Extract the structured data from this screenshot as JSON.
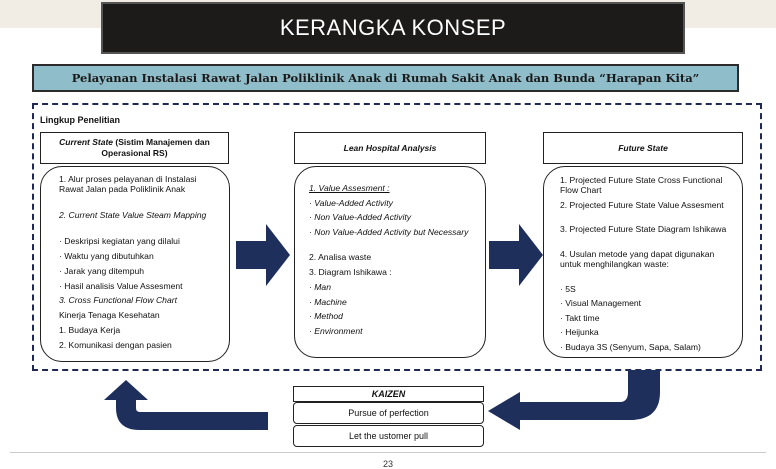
{
  "title": "KERANGKA KONSEP",
  "subtitle": "Pelayanan Instalasi Rawat Jalan Poliklinik Anak di Rumah Sakit Anak dan Bunda “Harapan Kita”",
  "scope_label": "Lingkup Penelitian",
  "current_state": {
    "header_italic": "Current State",
    "header_rest": " (Sistim Manajemen dan Operasional RS)",
    "items": [
      "1.  Alur proses pelayanan di Instalasi Rawat Jalan pada Poliklinik Anak",
      "2.  Current State Value Steam Mapping",
      "· Deskripsi kegiatan yang dilalui",
      "· Waktu yang dibutuhkan",
      "· Jarak yang ditempuh",
      "· Hasil analisis Value Assesment",
      "3.  Cross Functional Flow Chart",
      "Kinerja Tenaga Kesehatan",
      "1. Budaya Kerja",
      "2. Komunikasi dengan pasien"
    ]
  },
  "lean": {
    "header": "Lean Hospital Analysis",
    "items": [
      "1.  Value Assesment :",
      "· Value-Added Activity",
      "· Non Value-Added Activity",
      "· Non Value-Added Activity but Necessary",
      "2.  Analisa waste",
      "3.  Diagram  Ishikawa :",
      "· Man",
      "· Machine",
      "· Method",
      "· Environment"
    ]
  },
  "future": {
    "header": "Future State",
    "items": [
      "1.  Projected Future State Cross Functional Flow Chart",
      "2.  Projected Future State Value Assesment",
      "3.  Projected Future State Diagram Ishikawa",
      "4.  Usulan metode yang dapat digunakan untuk menghilangkan waste:",
      "· 5S",
      "· Visual Management",
      "· Takt time",
      "· Heijunka",
      "· Budaya 3S (Senyum, Sapa, Salam)"
    ]
  },
  "kaizen": {
    "header": "KAIZEN",
    "item1": "Pursue of perfection",
    "item2": "Let the ustomer pull"
  },
  "page_number": "23",
  "colors": {
    "arrow": "#1f2f5c",
    "subtitle_bg": "#8fbdc9",
    "title_bg": "#1c1b1a"
  }
}
